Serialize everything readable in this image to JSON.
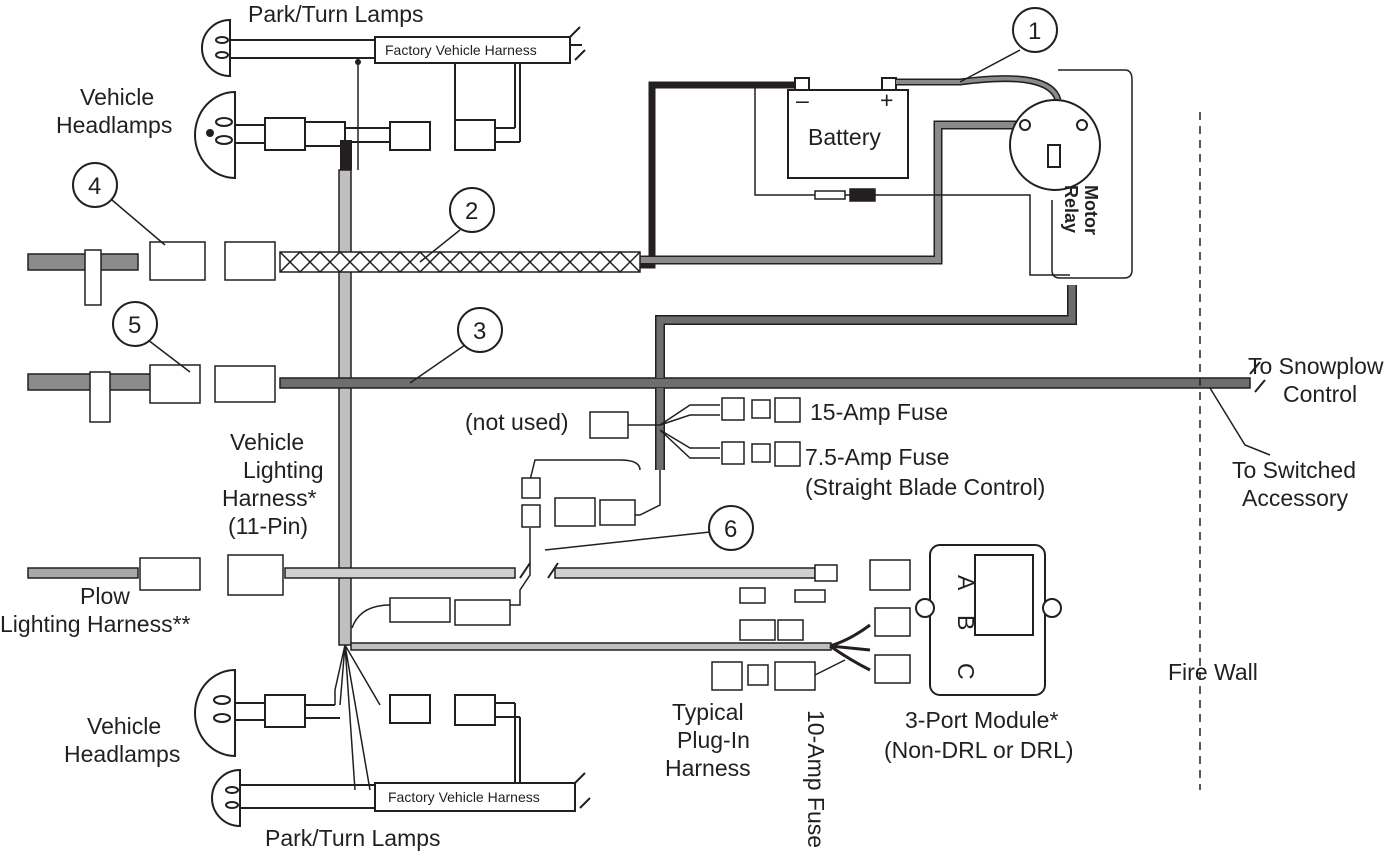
{
  "labels": {
    "park_turn_top": "Park/Turn Lamps",
    "park_turn_bottom": "Park/Turn Lamps",
    "factory_harness_top": "Factory Vehicle Harness",
    "factory_harness_bottom": "Factory Vehicle Harness",
    "headlamps_top": [
      "Vehicle",
      "Headlamps"
    ],
    "headlamps_bottom": [
      "Vehicle",
      "Headlamps"
    ],
    "battery": "Battery",
    "battery_neg": "–",
    "battery_pos": "+",
    "motor_relay": [
      "Motor",
      "Relay"
    ],
    "snowplow_control": [
      "To Snowplow",
      "Control"
    ],
    "switched_accessory": [
      "To Switched",
      "Accessory"
    ],
    "not_used": "(not used)",
    "fuse_15": "15-Amp Fuse",
    "fuse_7_5": [
      "7.5-Amp Fuse",
      "(Straight Blade Control)"
    ],
    "vehicle_lighting": [
      "Vehicle",
      "Lighting",
      "Harness*",
      "(11-Pin)"
    ],
    "plow_lighting": [
      "Plow",
      "Lighting Harness**"
    ],
    "fire_wall": "Fire Wall",
    "module": [
      "3-Port Module*",
      "(Non-DRL or DRL)"
    ],
    "module_ports": [
      "A",
      "B",
      "C"
    ],
    "plug_in": [
      "Typical",
      "Plug-In",
      "Harness"
    ],
    "fuse_10": "10-Amp Fuse"
  },
  "callouts": [
    "1",
    "2",
    "3",
    "4",
    "5",
    "6"
  ]
}
